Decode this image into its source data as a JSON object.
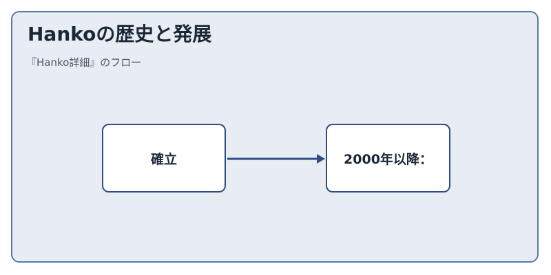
{
  "diagram": {
    "title": "Hankoの歴史と発展",
    "subtitle": "『Hanko詳細』のフロー",
    "nodes": [
      {
        "label": "確立"
      },
      {
        "label": "2000年以降："
      }
    ]
  },
  "colors": {
    "frame_background": "#e8edf3",
    "frame_border": "#5a78a8",
    "node_border": "#2f4d82",
    "arrow": "#2f4d82"
  }
}
